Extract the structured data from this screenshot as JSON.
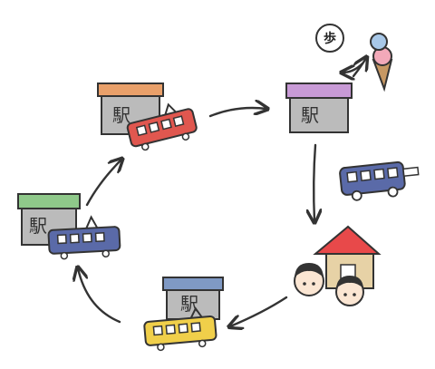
{
  "stations": [
    {
      "id": "station-top-left",
      "label": "駅",
      "roof_color": "#e9a06a"
    },
    {
      "id": "station-top-right",
      "label": "駅",
      "roof_color": "#c89ad6"
    },
    {
      "id": "station-left",
      "label": "駅",
      "roof_color": "#8fc98a"
    },
    {
      "id": "station-bottom",
      "label": "駅",
      "roof_color": "#7f99c4"
    }
  ],
  "walk_badge": {
    "label": "歩"
  },
  "colors": {
    "train_red": "#e0574f",
    "train_blue": "#5a6aa8",
    "train_yellow": "#f0cf4a",
    "bus_blue": "#5a6aa8",
    "house_roof": "#e8494a",
    "house_wall": "#e7d2a6",
    "ice_cream_top": "#a8c8e8",
    "ice_cream_mid": "#f2a9b9",
    "cone": "#c79863",
    "building_gray": "#bbbbbb",
    "arrow": "#333333"
  },
  "icons": [
    "station-icon",
    "train-icon",
    "bus-icon",
    "house-icon",
    "people-icon",
    "ice-cream-icon",
    "walk-badge-icon",
    "arrow-icon"
  ]
}
